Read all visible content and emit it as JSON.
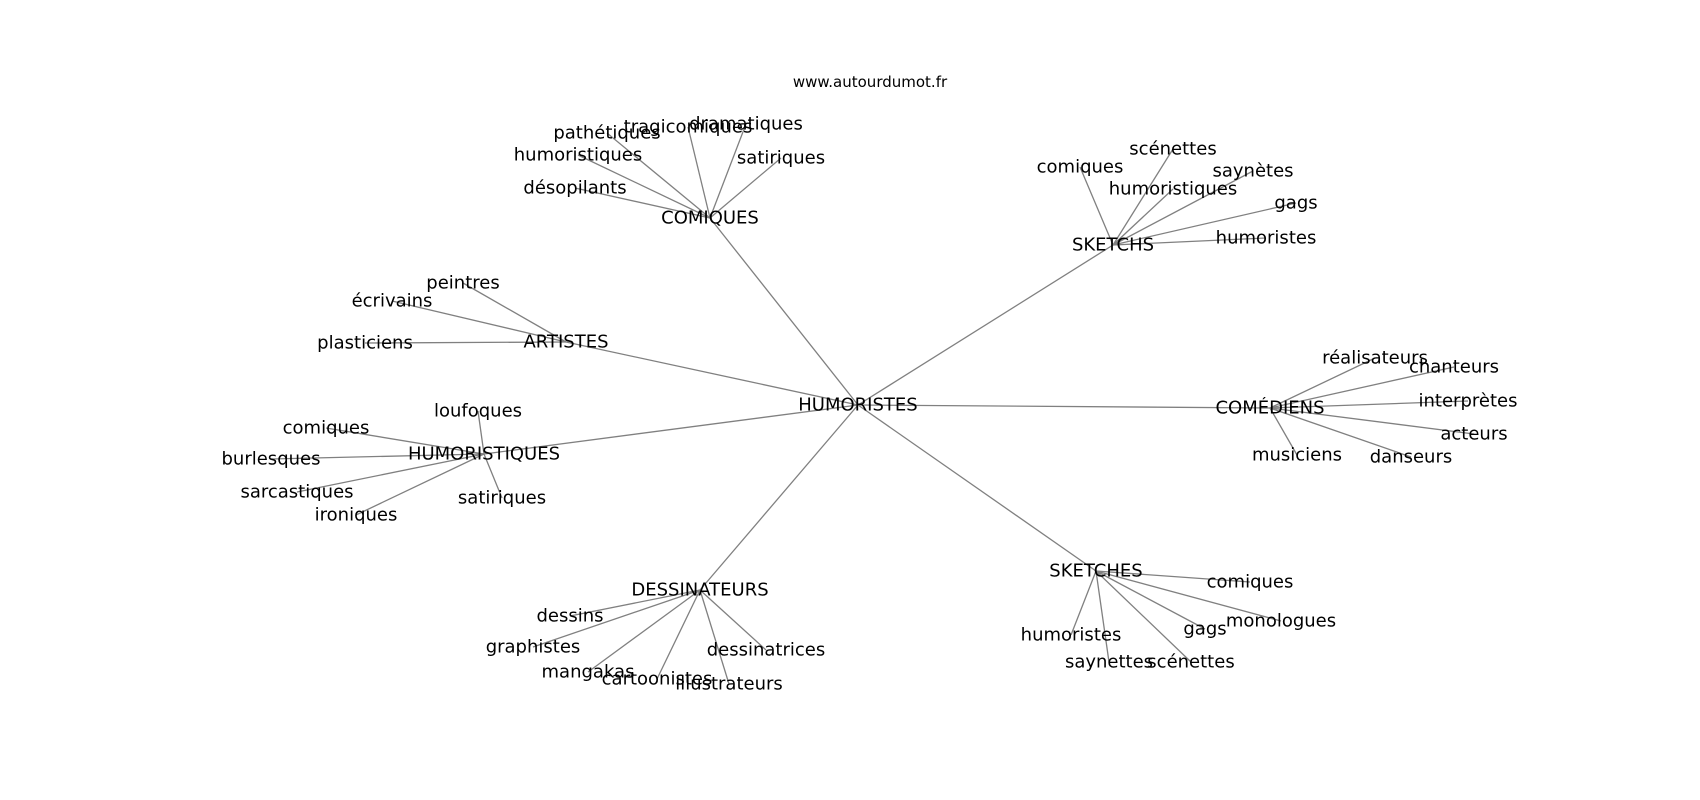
{
  "source": "www.autourdumot.fr",
  "center": {
    "id": "humoristes",
    "label": "HUMORISTES"
  },
  "groups": [
    {
      "id": "comiques",
      "label": "COMIQUES",
      "leaves": [
        "pathétiques",
        "tragicomiques",
        "dramatiques",
        "humoristiques",
        "satiriques",
        "désopilants"
      ]
    },
    {
      "id": "sketchs",
      "label": "SKETCHS",
      "leaves": [
        "scénettes",
        "comiques",
        "saynètes",
        "humoristiques",
        "gags",
        "humoristes"
      ]
    },
    {
      "id": "artistes",
      "label": "ARTISTES",
      "leaves": [
        "peintres",
        "écrivains",
        "plasticiens"
      ]
    },
    {
      "id": "comediens",
      "label": "COMÉDIENS",
      "leaves": [
        "réalisateurs",
        "chanteurs",
        "interprètes",
        "acteurs",
        "musiciens",
        "danseurs"
      ]
    },
    {
      "id": "humoristiques",
      "label": "HUMORISTIQUES",
      "leaves": [
        "loufoques",
        "comiques",
        "burlesques",
        "sarcastiques",
        "satiriques",
        "ironiques"
      ]
    },
    {
      "id": "dessinateurs",
      "label": "DESSINATEURS",
      "leaves": [
        "dessins",
        "graphistes",
        "dessinatrices",
        "mangakas",
        "cartoonistes",
        "illustrateurs"
      ]
    },
    {
      "id": "sketches",
      "label": "SKETCHES",
      "leaves": [
        "comiques",
        "monologues",
        "gags",
        "humoristes",
        "saynettes",
        "scénettes"
      ]
    }
  ]
}
